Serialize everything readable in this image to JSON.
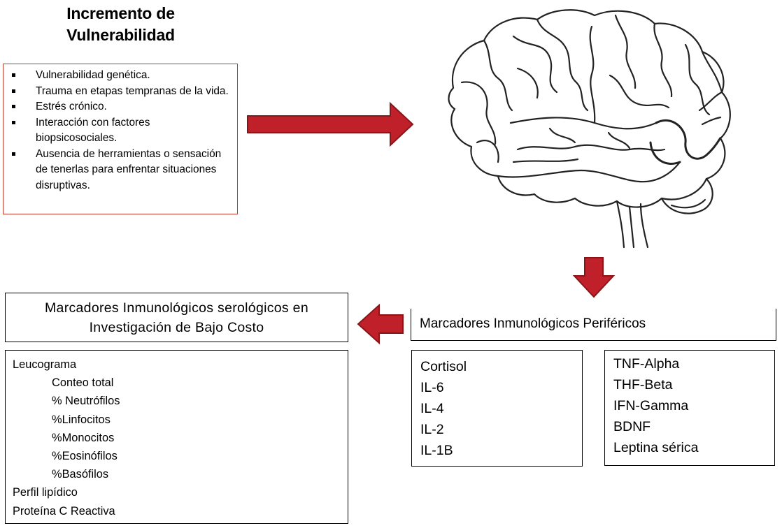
{
  "vulnerability": {
    "title_line1": "Incremento de",
    "title_line2": "Vulnerabilidad",
    "items": [
      "Vulnerabilidad genética.",
      "Trauma en etapas tempranas de la vida.",
      "Estrés crónico.",
      "Interacción con factores biopsicosociales.",
      "Ausencia de herramientas o sensación de tenerlas para enfrentar situaciones disruptivas."
    ]
  },
  "peripheral": {
    "title": "Marcadores Inmunológicos Periféricos",
    "box1": [
      "Cortisol",
      "IL-6",
      "IL-4",
      "IL-2",
      "IL-1B"
    ],
    "box2": [
      "TNF-Alpha",
      "THF-Beta",
      "IFN-Gamma",
      "BDNF",
      "Leptina sérica"
    ]
  },
  "low_cost": {
    "title_line1": "Marcadores Inmunológicos serológicos en",
    "title_line2": "Investigación de Bajo Costo",
    "leucograma": "Leucograma",
    "leucograma_items": [
      "Conteo total",
      "% Neutrófilos",
      "%Linfocitos",
      "%Monocitos",
      "%Eosinófilos",
      "%Basófilos"
    ],
    "perfil": "Perfil lipídico",
    "proteina": "Proteína C Reactiva"
  },
  "colors": {
    "arrow_fill": "#c0202a",
    "arrow_stroke": "#8a1518",
    "vuln_border": "#c0392b"
  },
  "icons": {
    "brain": "brain-outline-icon",
    "arrows": [
      "arrow-right",
      "arrow-down",
      "arrow-left"
    ]
  }
}
